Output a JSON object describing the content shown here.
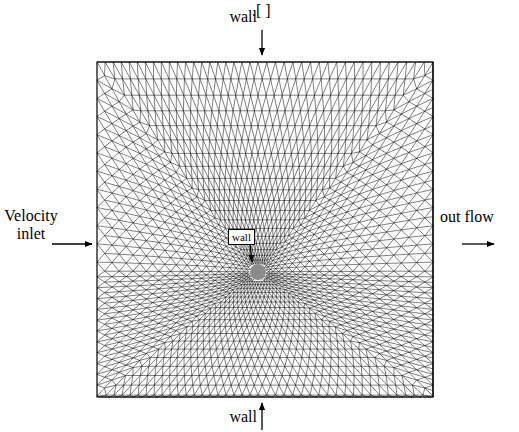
{
  "diagram": {
    "nodes": [
      {
        "text": [
          "wall"
        ]
      }
    ],
    "labels": [
      ".[ ]",
      "wall",
      "Velocity inlet",
      "out flow",
      "wall"
    ]
  }
}
